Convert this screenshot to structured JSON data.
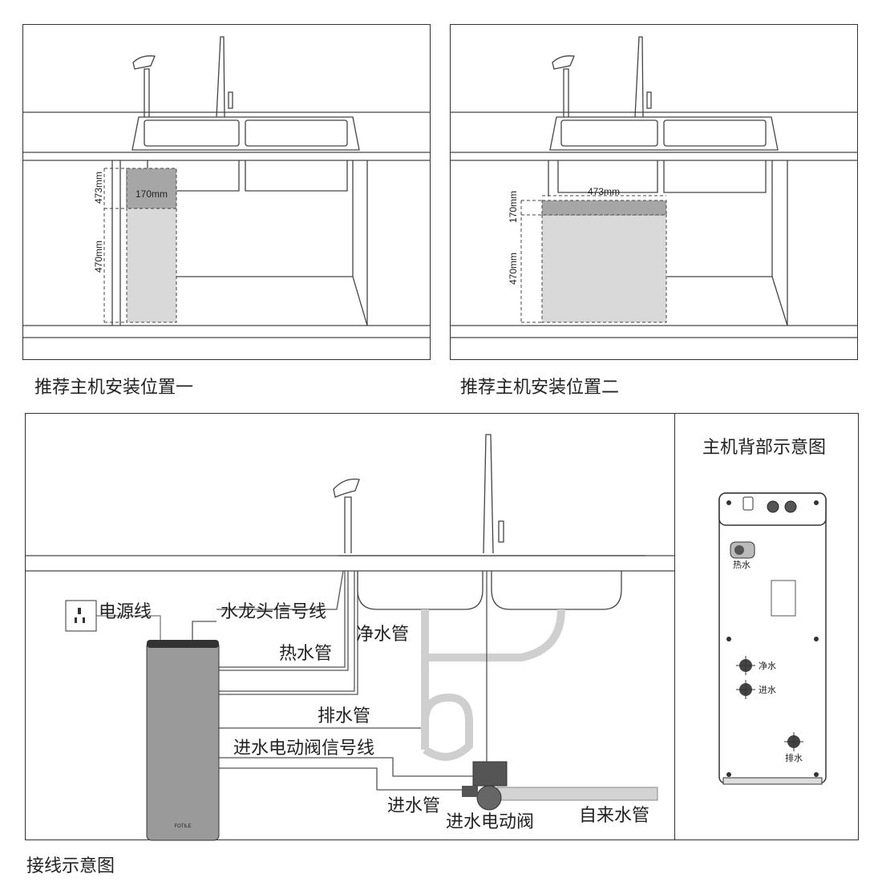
{
  "captions": {
    "position1": "推荐主机安装位置一",
    "position2": "推荐主机安装位置二",
    "wiring": "接线示意图",
    "back": "主机背部示意图"
  },
  "dims": {
    "p1_height_top": "473mm",
    "p1_depth": "170mm",
    "p1_height_bottom": "470mm",
    "p2_width": "473mm",
    "p2_depth": "170mm",
    "p2_height": "470mm"
  },
  "wiring_labels": {
    "power": "电源线",
    "faucet_signal": "水龙头信号线",
    "pure_water_pipe": "净水管",
    "hot_water_pipe": "热水管",
    "drain_pipe": "排水管",
    "valve_signal": "进水电动阀信号线",
    "inlet_pipe": "进水管",
    "inlet_valve": "进水电动阀",
    "tap_water_pipe": "自来水管",
    "brand": "FOTILE"
  },
  "back_ports": {
    "hot": "热水",
    "pure": "净水",
    "inlet": "进水",
    "drain": "排水"
  }
}
